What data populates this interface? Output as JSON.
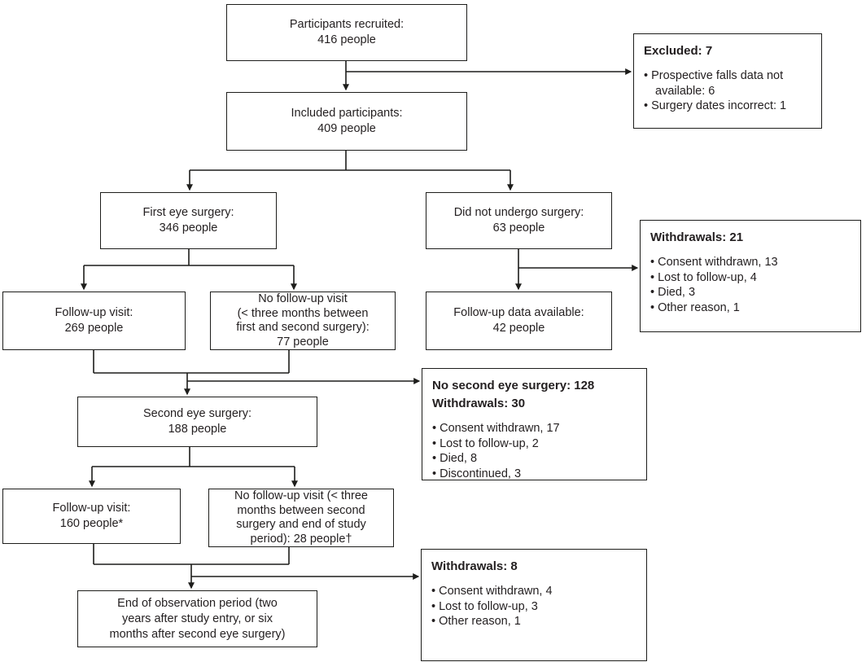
{
  "flow_boxes": {
    "recruited": "Participants recruited:\n416 people",
    "included": "Included participants:\n409 people",
    "first_eye_surgery": "First eye surgery:\n346 people",
    "did_not_undergo": "Did not undergo surgery:\n63 people",
    "followup_visit_1": "Follow-up visit:\n269 people",
    "no_followup_1": "No follow-up visit\n(< three months between\nfirst and second surgery):\n77 people",
    "followup_data_available": "Follow-up data available:\n42 people",
    "second_eye_surgery": "Second eye surgery:\n188 people",
    "followup_visit_2": "Follow-up visit:\n160 people*",
    "no_followup_2": "No follow-up visit (< three\nmonths between second\nsurgery and end of study\nperiod): 28 people†",
    "end_observation": "End of observation period (two\nyears after study entry, or six\nmonths after second eye surgery)"
  },
  "side_boxes": {
    "excluded": {
      "titles": [
        "Excluded: 7"
      ],
      "items": [
        "Prospective falls data not available: 6",
        "Surgery dates incorrect: 1"
      ]
    },
    "withdrawals_21": {
      "titles": [
        "Withdrawals: 21"
      ],
      "items": [
        "Consent withdrawn, 13",
        "Lost to follow-up, 4",
        "Died, 3",
        "Other reason, 1"
      ]
    },
    "no_second_eye_surgery": {
      "titles": [
        "No second eye surgery: 128",
        "Withdrawals: 30"
      ],
      "items": [
        "Consent withdrawn, 17",
        "Lost to follow-up, 2",
        "Died, 8",
        "Discontinued, 3"
      ]
    },
    "withdrawals_8": {
      "titles": [
        "Withdrawals: 8"
      ],
      "items": [
        "Consent withdrawn, 4",
        "Lost to follow-up, 3",
        "Other reason, 1"
      ]
    }
  },
  "colors": {
    "line": "#1d1d1b",
    "text": "#231f20",
    "background": "#ffffff"
  }
}
